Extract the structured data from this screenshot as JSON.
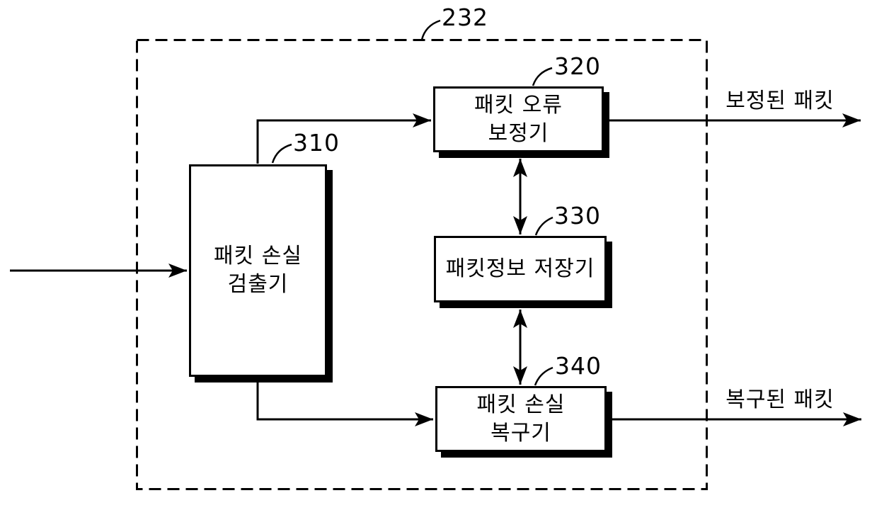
{
  "figure": {
    "outer": {
      "ref": "232"
    },
    "blocks": {
      "detector": {
        "ref": "310",
        "line1": "패킷 손실",
        "line2": "검출기"
      },
      "corrector": {
        "ref": "320",
        "line1": "패킷 오류",
        "line2": "보정기"
      },
      "storage": {
        "ref": "330",
        "line1": "패킷정보 저장기"
      },
      "recoverer": {
        "ref": "340",
        "line1": "패킷 손실",
        "line2": "복구기"
      }
    },
    "flow_labels": {
      "output_top": "보정된 패킷",
      "output_bottom": "복구된 패킷"
    },
    "colors": {
      "ink": "#000000",
      "background": "#ffffff"
    }
  }
}
